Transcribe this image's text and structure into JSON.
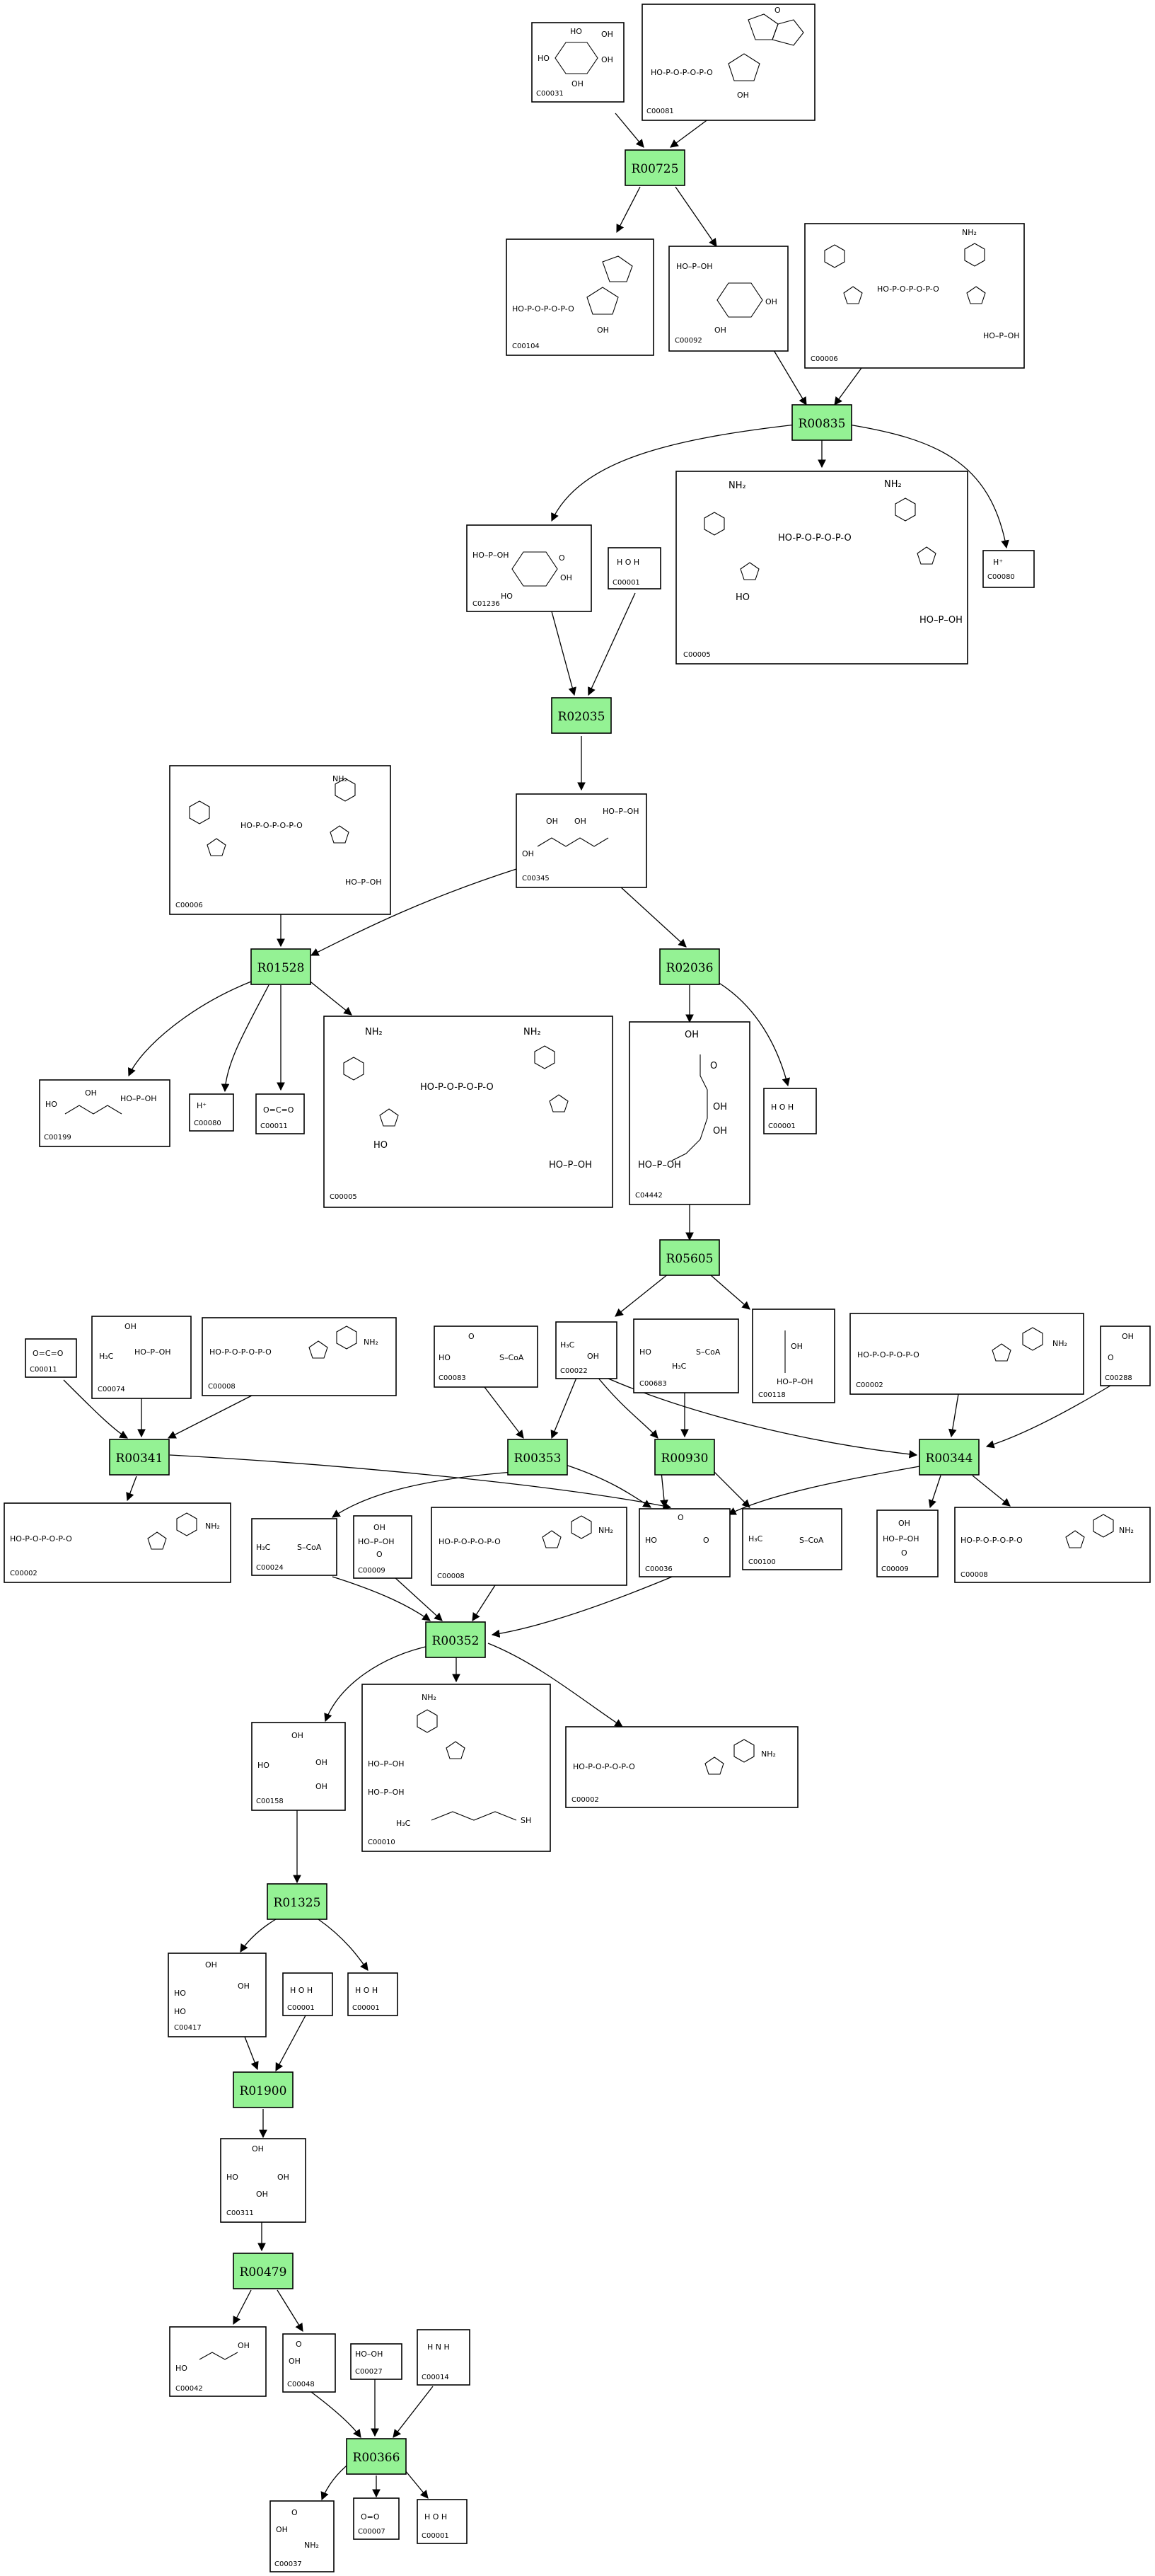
{
  "reactions": [
    {
      "id": "R00725"
    },
    {
      "id": "R00835"
    },
    {
      "id": "R02035"
    },
    {
      "id": "R01528"
    },
    {
      "id": "R02036"
    },
    {
      "id": "R05605"
    },
    {
      "id": "R00341"
    },
    {
      "id": "R00353"
    },
    {
      "id": "R00930"
    },
    {
      "id": "R00344"
    },
    {
      "id": "R00352"
    },
    {
      "id": "R01325"
    },
    {
      "id": "R01900"
    },
    {
      "id": "R00479"
    },
    {
      "id": "R00366"
    }
  ],
  "compounds": [
    {
      "id": "C00031"
    },
    {
      "id": "C00081"
    },
    {
      "id": "C00104"
    },
    {
      "id": "C00092"
    },
    {
      "id": "C00006"
    },
    {
      "id": "C01236"
    },
    {
      "id": "C00001"
    },
    {
      "id": "C00005"
    },
    {
      "id": "C00080"
    },
    {
      "id": "C00006"
    },
    {
      "id": "C00345"
    },
    {
      "id": "C00199"
    },
    {
      "id": "C00080"
    },
    {
      "id": "C00011"
    },
    {
      "id": "C00005"
    },
    {
      "id": "C04442"
    },
    {
      "id": "C00001"
    },
    {
      "id": "C00011"
    },
    {
      "id": "C00074"
    },
    {
      "id": "C00008"
    },
    {
      "id": "C00083"
    },
    {
      "id": "C00022"
    },
    {
      "id": "C00683"
    },
    {
      "id": "C00118"
    },
    {
      "id": "C00002"
    },
    {
      "id": "C00288"
    },
    {
      "id": "C00002"
    },
    {
      "id": "C00024"
    },
    {
      "id": "C00009"
    },
    {
      "id": "C00008"
    },
    {
      "id": "C00036"
    },
    {
      "id": "C00100"
    },
    {
      "id": "C00009"
    },
    {
      "id": "C00008"
    },
    {
      "id": "C00158"
    },
    {
      "id": "C00010"
    },
    {
      "id": "C00002"
    },
    {
      "id": "C00417"
    },
    {
      "id": "C00001"
    },
    {
      "id": "C00001"
    },
    {
      "id": "C00311"
    },
    {
      "id": "C00042"
    },
    {
      "id": "C00048"
    },
    {
      "id": "C00027"
    },
    {
      "id": "C00014"
    },
    {
      "id": "C00037"
    },
    {
      "id": "C00007"
    },
    {
      "id": "C00001"
    }
  ],
  "structures": {
    "h2o": "H  O  H",
    "h_plus": "H⁺",
    "co2": "O=C=O",
    "o2": "O=O",
    "h2o2": "HO–OH",
    "nh3": "H  N  H",
    "glucose": [
      "HO",
      "OH",
      "OH",
      "HO",
      "OH"
    ],
    "phosphate": [
      "OH",
      "HO–P–OH",
      "O"
    ],
    "nucleotide_phosphates": "HO-P-O-P-O-P-O",
    "adenine_nh2": "NH₂",
    "carboxyl": [
      "OH",
      "O"
    ],
    "coa": "S–CoA",
    "ch3": "H₃C",
    "nadp_amide": "NH₂",
    "sh": "SH"
  }
}
